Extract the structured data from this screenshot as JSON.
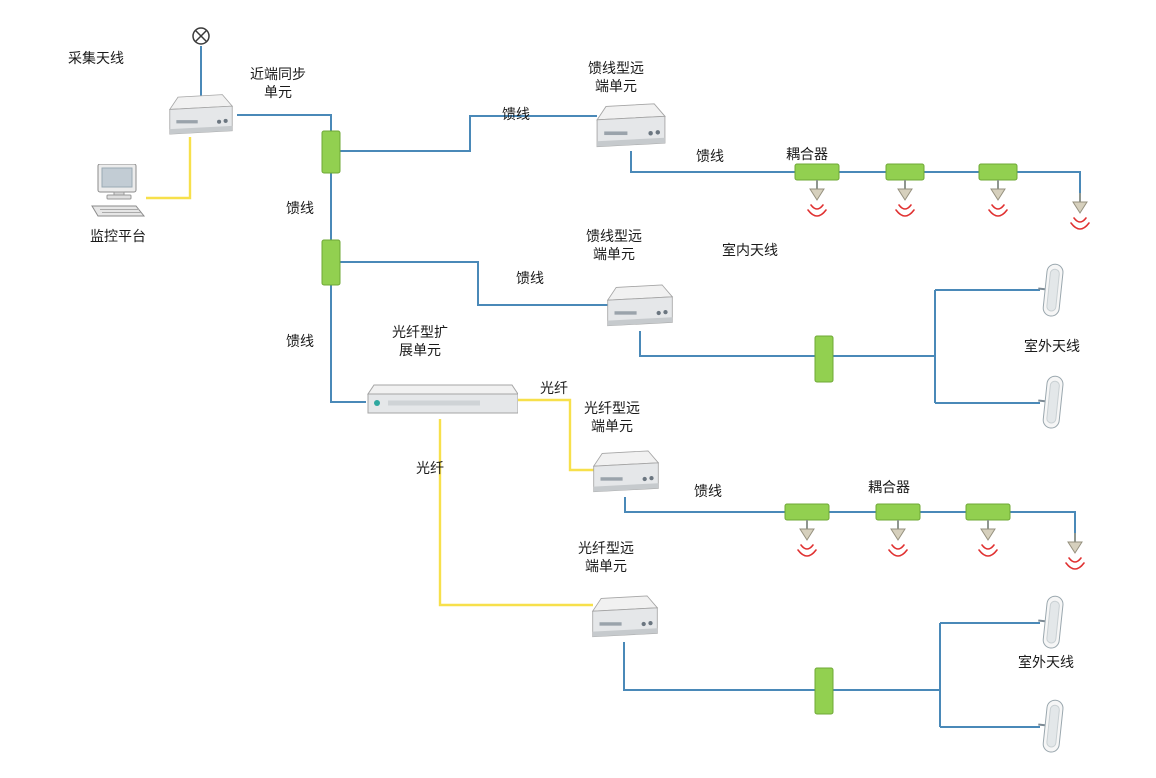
{
  "diagram": {
    "labels": {
      "collection_antenna": "采集天线",
      "near_end_sync_unit": "近端同步单元",
      "monitoring_platform": "监控平台",
      "feeder": "馈线",
      "fiber": "光纤",
      "coupler": "耦合器",
      "feeder_remote_unit": "馈线型远端单元",
      "fiber_remote_unit": "光纤型远端单元",
      "fiber_expansion_unit": "光纤型扩展单元",
      "indoor_antenna": "室内天线",
      "outdoor_antenna": "室外天线"
    },
    "icons": {
      "collection_antenna": "circle-with-cross",
      "indoor_antenna": "down-cone-with-red-signal-arcs",
      "outdoor_antenna": "rounded-panel-antenna",
      "monitoring_computer": "desktop-computer"
    },
    "colors": {
      "feeder_line": "#4a89b8",
      "fiber_line": "#f7e04b",
      "coupler_fill": "#92d050",
      "coupler_border": "#6fa836",
      "signal_red": "#e03131",
      "device_fill": "#e5e7e9",
      "device_border": "#a5a5a5",
      "text": "#1a1a1a",
      "background": "#ffffff"
    }
  }
}
